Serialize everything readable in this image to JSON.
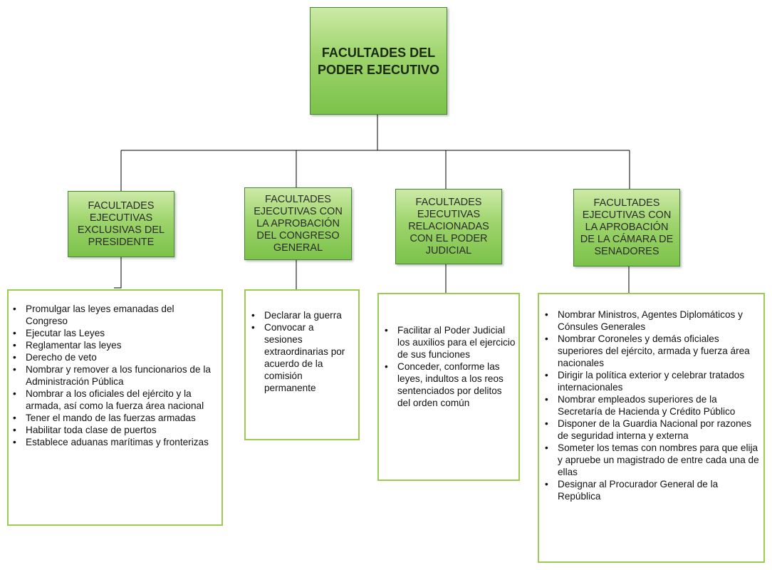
{
  "diagram": {
    "root": {
      "title": "FACULTADES DEL PODER EJECUTIVO"
    },
    "categories": [
      {
        "title": "FACULTADES EJECUTIVAS EXCLUSIVAS DEL PRESIDENTE",
        "items": [
          " Promulgar las leyes emanadas del Congreso",
          " Ejecutar las Leyes",
          " Reglamentar las leyes",
          " Derecho de veto",
          " Nombrar y remover a los funcionarios de la Administración Pública",
          "Nombrar a los oficiales del ejército y la armada, así como la fuerza área nacional",
          "Tener el mando de las fuerzas armadas",
          "Habilitar toda clase de puertos",
          "Establece aduanas marítimas y fronterizas"
        ]
      },
      {
        "title": "FACULTADES EJECUTIVAS CON LA APROBACIÓN DEL CONGRESO GENERAL",
        "items": [
          "Declarar la guerra",
          "Convocar a sesiones extraordinarias por acuerdo de la comisión permanente"
        ]
      },
      {
        "title": "FACULTADES EJECUTIVAS RELACIONADAS CON EL PODER JUDICIAL",
        "items": [
          "Facilitar al Poder Judicial los auxilios para el ejercicio de sus funciones",
          "Conceder, conforme las leyes, indultos a los reos sentenciados por delitos del orden común"
        ]
      },
      {
        "title": "FACULTADES EJECUTIVAS CON LA APROBACIÓN DE LA CÁMARA DE SENADORES",
        "items": [
          "Nombrar Ministros, Agentes Diplomáticos y Cónsules Generales",
          "Nombrar Coroneles y demás oficiales superiores del ejército, armada y fuerza área nacionales",
          "Dirigir la política exterior y celebrar tratados internacionales",
          "Nombrar empleados superiores de la Secretaría de Hacienda y Crédito Público",
          "Disponer de la Guardia Nacional por razones de seguridad interna y externa",
          "Someter los temas con nombres para que elija y apruebe un magistrado de entre cada una de ellas",
          "Designar al Procurador General de la República"
        ]
      }
    ]
  }
}
